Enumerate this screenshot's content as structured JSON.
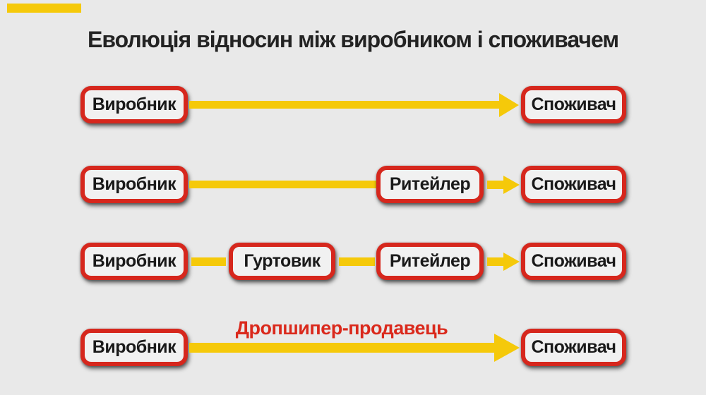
{
  "title": "Еволюція відносин між виробником і споживачем",
  "colors": {
    "background": "#e9e9e9",
    "arrow_yellow": "#f5c90a",
    "box_border_red": "#d6271d",
    "box_fill": "#f1f1f1",
    "title_text": "#232323",
    "box_text": "#1a1a1a",
    "dropshipper_label_red": "#da291c"
  },
  "rows": [
    {
      "name": "direct",
      "boxes": [
        {
          "label": "Виробник"
        },
        {
          "label": "Споживач"
        }
      ]
    },
    {
      "name": "with-retailer",
      "boxes": [
        {
          "label": "Виробник"
        },
        {
          "label": "Ритейлер"
        },
        {
          "label": "Споживач"
        }
      ]
    },
    {
      "name": "with-wholesaler-and-retailer",
      "boxes": [
        {
          "label": "Виробник"
        },
        {
          "label": "Гуртовик"
        },
        {
          "label": "Ритейлер"
        },
        {
          "label": "Споживач"
        }
      ]
    },
    {
      "name": "dropshipping",
      "arrow_label": "Дропшипер-продавець",
      "boxes": [
        {
          "label": "Виробник"
        },
        {
          "label": "Споживач"
        }
      ]
    }
  ]
}
